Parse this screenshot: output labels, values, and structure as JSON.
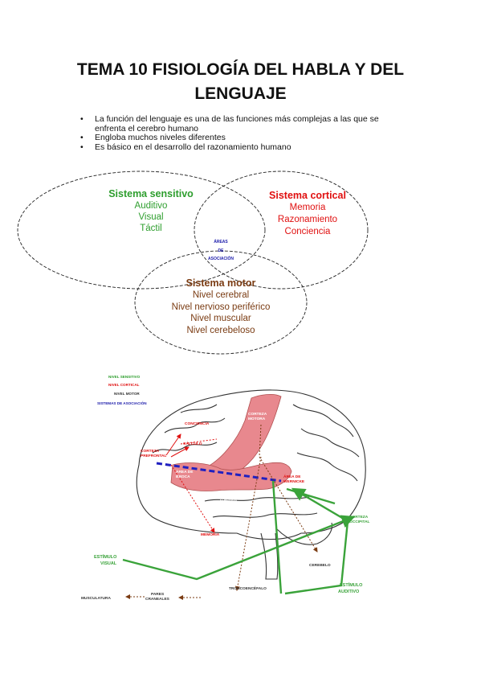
{
  "title": {
    "line1": "TEMA 10 FISIOLOGÍA DEL HABLA Y DEL",
    "line2": "LENGUAJE"
  },
  "bullet_glyph": "•",
  "bullets": [
    "La función del lenguaje es una de las funciones más complejas a las que se",
    "enfrenta el cerebro humano",
    "Engloba muchos niveles diferentes",
    "Es básico en el desarrollo del razonamiento humano"
  ],
  "venn": {
    "sensitivo": {
      "title": "Sistema sensitivo",
      "items": [
        "Auditivo",
        "Visual",
        "Táctil"
      ],
      "color": "#2e9e2e"
    },
    "cortical": {
      "title": "Sistema cortical",
      "items": [
        "Memoria",
        "Razonamiento",
        "Conciencia"
      ],
      "color": "#e01010"
    },
    "motor": {
      "title": "Sistema motor",
      "items": [
        "Nivel cerebral",
        "Nivel nervioso periférico",
        "Nivel muscular",
        "Nivel cerebeloso"
      ],
      "color": "#7a3b12"
    },
    "asociacion": {
      "lines": [
        "ÁREAS",
        "DE",
        "ASOCIACIÓN"
      ],
      "color": "#1a1aaa"
    }
  },
  "brain_figure": {
    "legend": [
      {
        "text": "NIVEL SENSITIVO",
        "color": "#2e9e2e"
      },
      {
        "text": "NIVEL CORTICAL",
        "color": "#e01010"
      },
      {
        "text": "NIVEL MOTOR",
        "color": "#7a3b12"
      },
      {
        "text": "SISTEMAS DE ASOCIACIÓN",
        "color": "#1a1aaa"
      }
    ],
    "labels": {
      "conciencia": "CONCIENCIA",
      "calculo": "CÁLCULO",
      "corteza_prefrontal_1": "CORTEZA",
      "corteza_prefrontal_2": "PREFRONTAL",
      "corteza_motora_1": "CORTEZA",
      "corteza_motora_2": "MOTORA",
      "broca_1": "ÁREA DE",
      "broca_2": "BROCA",
      "wernicke_1": "ÁREA DE",
      "wernicke_2": "WERNICKE",
      "auditiva_1": "ÁREA",
      "auditiva_2": "AUDITIVA",
      "auditiva_3": "PRIMARIA",
      "occipital_1": "CORTEZA",
      "occipital_2": "OCCIPITAL",
      "memoria": "MEMORIA",
      "estimulo_visual_1": "ESTÍMULO",
      "estimulo_visual_2": "VISUAL",
      "cerebelo": "CEREBELO",
      "estimulo_auditivo_1": "ESTÍMULO",
      "estimulo_auditivo_2": "AUDITIVO",
      "troncoencefalo": "TRONCOENCÉFALO",
      "pares_craneales_1": "PARES",
      "pares_craneales_2": "CRANEALES",
      "musculatura": "MUSCULATURA"
    }
  },
  "colors": {
    "highlight_area": "#e8888e",
    "sensory": "#3aa33a",
    "cortical": "#e01010",
    "motor": "#7a3b12",
    "association": "#2020c0"
  }
}
